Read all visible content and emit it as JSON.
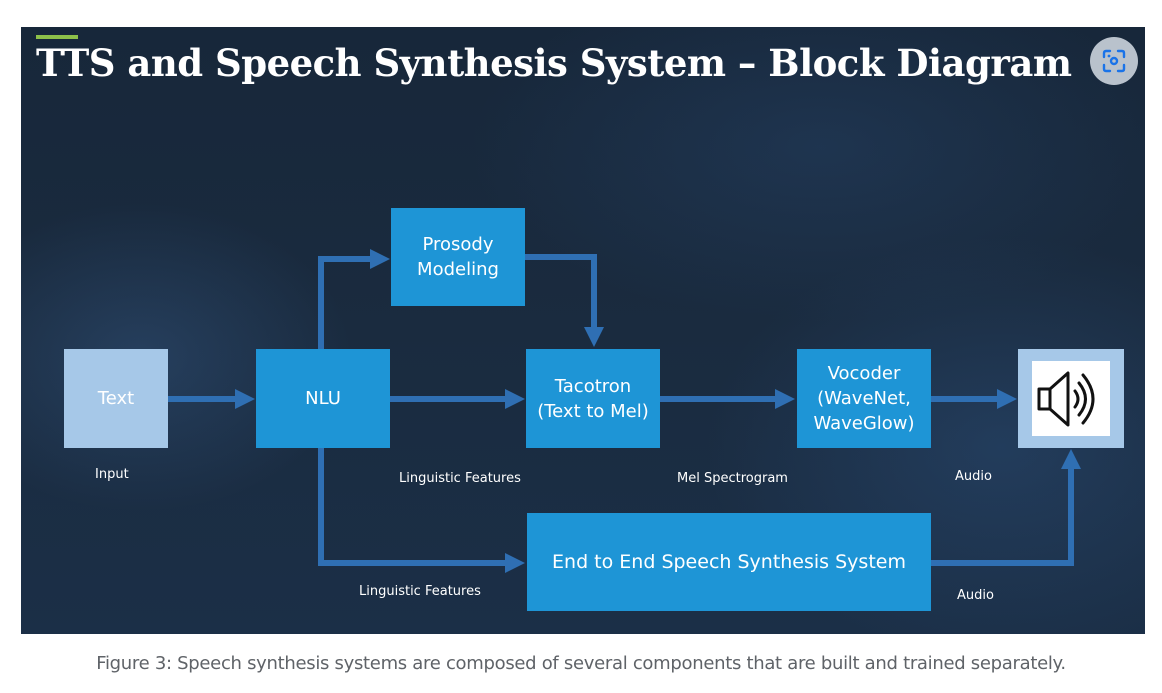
{
  "slide": {
    "title": "TTS and Speech Synthesis System – Block Diagram",
    "accent_color": "#8dc04a",
    "lens_button_icon": "visual-search-icon"
  },
  "blocks": {
    "text": "Text",
    "nlu": "NLU",
    "prosody": "Prosody\nModeling",
    "tacotron": "Tacotron\n(Text to Mel)",
    "vocoder": "Vocoder\n(WaveNet,\nWaveGlow)",
    "e2e": "End to End Speech Synthesis System",
    "output_icon": "speaker-icon"
  },
  "labels": {
    "input": "Input",
    "ling_features_top": "Linguistic Features",
    "mel": "Mel Spectrogram",
    "audio_top": "Audio",
    "ling_features_bottom": "Linguistic Features",
    "audio_bottom": "Audio"
  },
  "colors": {
    "block": "#1e95d6",
    "block_light": "#a6c8e8",
    "arrow": "#2f6fb3"
  },
  "caption": "Figure 3: Speech synthesis systems are composed of several components that are built and trained separately."
}
